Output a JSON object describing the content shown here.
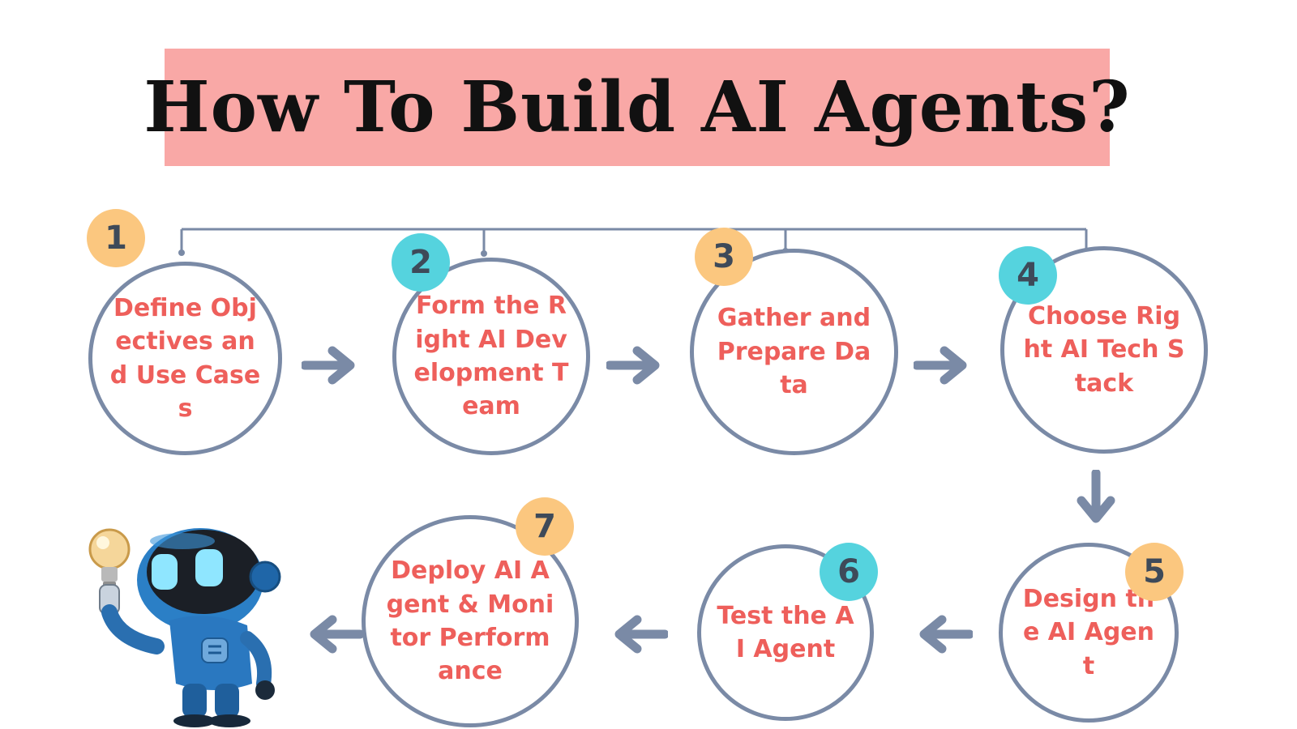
{
  "title": "How To Build AI Agents?",
  "colors": {
    "title_bg": "#f9a8a6",
    "circle_border": "#7a8aa6",
    "step_text": "#ee5f5b",
    "badge_yellow": "#fbc77f",
    "badge_cyan": "#55d3de",
    "badge_number": "#3e4a59",
    "arrow": "#7a8aa6"
  },
  "steps": [
    {
      "number": "1",
      "label": "Define Objectives and Use Cases",
      "badge_color": "#fbc77f"
    },
    {
      "number": "2",
      "label": "Form the Right AI Development Team",
      "badge_color": "#55d3de"
    },
    {
      "number": "3",
      "label": "Gather and Prepare Data",
      "badge_color": "#fbc77f"
    },
    {
      "number": "4",
      "label": "Choose Right AI Tech Stack",
      "badge_color": "#55d3de"
    },
    {
      "number": "5",
      "label": "Design the AI Agent",
      "badge_color": "#fbc77f"
    },
    {
      "number": "6",
      "label": "Test the AI Agent",
      "badge_color": "#55d3de"
    },
    {
      "number": "7",
      "label": "Deploy AI Agent & Monitor Performance",
      "badge_color": "#fbc77f"
    }
  ],
  "icons": {
    "arrows": "arrow-icon",
    "mascot": "robot-illustration"
  }
}
